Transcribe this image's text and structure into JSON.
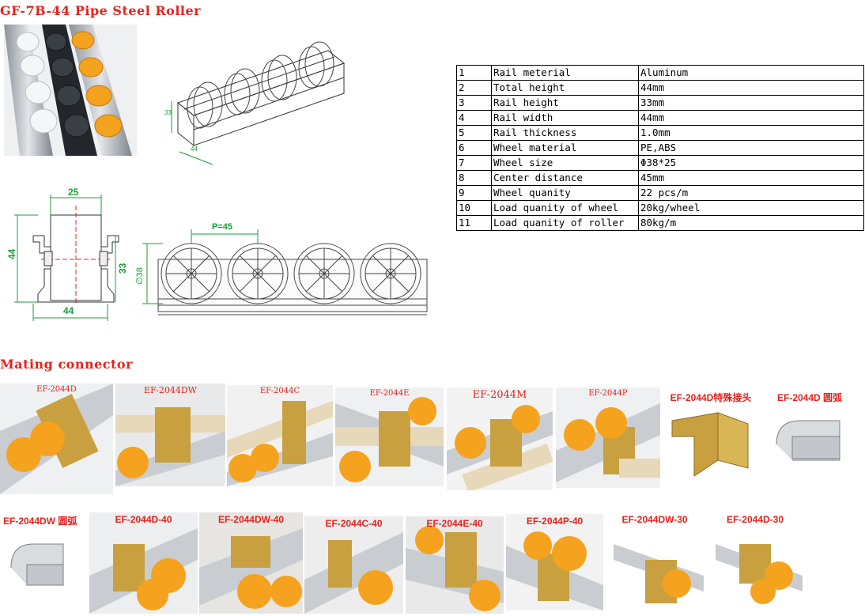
{
  "title": "GF-7B-44 Pipe Steel Roller",
  "section2_title": "Mating connector",
  "dims": {
    "iso_height": "33",
    "iso_width": "44",
    "wheel_width": "25",
    "total_height": "44",
    "rail_height": "33",
    "rail_width": "44",
    "pitch": "P=45",
    "diameter": "∅38"
  },
  "specs": [
    {
      "no": "1",
      "name": "Rail meterial",
      "value": "Aluminum"
    },
    {
      "no": "2",
      "name": "Total height",
      "value": "44mm"
    },
    {
      "no": "3",
      "name": "Rail height",
      "value": "33mm"
    },
    {
      "no": "4",
      "name": "Rail width",
      "value": "44mm"
    },
    {
      "no": "5",
      "name": "Rail thickness",
      "value": "1.0mm"
    },
    {
      "no": "6",
      "name": "Wheel material",
      "value": "PE,ABS"
    },
    {
      "no": "7",
      "name": "Wheel size",
      "value": "Φ38*25"
    },
    {
      "no": "8",
      "name": "Center distance",
      "value": "45mm"
    },
    {
      "no": "9",
      "name": "Wheel quanity",
      "value": "22 pcs/m"
    },
    {
      "no": "10",
      "name": "Load quanity of wheel",
      "value": "20kg/wheel"
    },
    {
      "no": "11",
      "name": "Load quanity of roller",
      "value": "80kg/m"
    }
  ],
  "connectors_row1": [
    {
      "label": "EF-2044D"
    },
    {
      "label": "EF-2044DW"
    },
    {
      "label": "EF-2044C"
    },
    {
      "label": "EF-2044E"
    },
    {
      "label": "EF-2044M"
    },
    {
      "label": "EF-2044P"
    },
    {
      "label": "EF-2044D特殊接头"
    },
    {
      "label": "EF-2044D 圆弧"
    }
  ],
  "connectors_row2": [
    {
      "label": "EF-2044DW 圆弧"
    },
    {
      "label": "EF-2044D-40"
    },
    {
      "label": "EF-2044DW-40"
    },
    {
      "label": "EF-2044C-40"
    },
    {
      "label": "EF-2044E-40"
    },
    {
      "label": "EF-2044P-40"
    },
    {
      "label": "EF-2044DW-30"
    },
    {
      "label": "EF-2044D-30"
    }
  ],
  "colors": {
    "title_red": "#e8211b",
    "dim_green": "#1a9e3a",
    "roller_orange": "#f5a21e",
    "rail_silver": "#c9cdd2",
    "brass": "#c8a040"
  }
}
